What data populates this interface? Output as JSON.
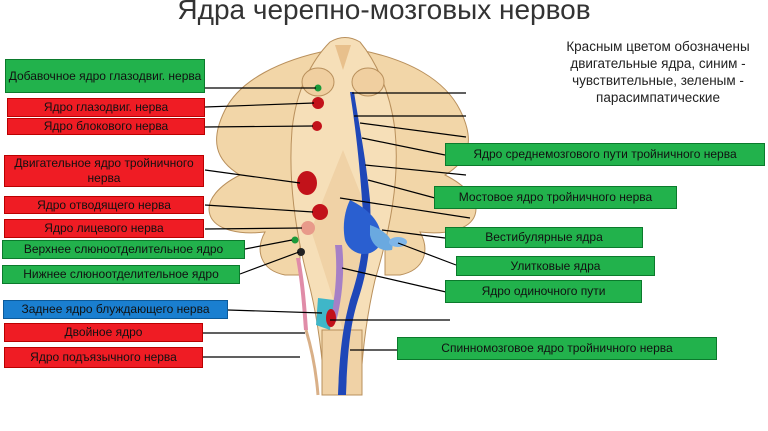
{
  "title": "Ядра черепно-мозговых нервов",
  "note": "Красным цветом обозначены двигательные ядра, синим - чувствительные, зеленым - парасимпатические",
  "colors": {
    "motor": "#ef1c24",
    "sensory": "#1a7fd0",
    "parasympathetic": "#22b24c"
  },
  "left_labels": [
    {
      "text": "Добавочное ядро глазодвиг. нерва",
      "kind": "parasympathetic"
    },
    {
      "text": "Ядро глазодвиг. нерва",
      "kind": "motor"
    },
    {
      "text": "Ядро блокового нерва",
      "kind": "motor"
    },
    {
      "text": "Двигательное ядро тройничного нерва",
      "kind": "motor"
    },
    {
      "text": "Ядро отводящего нерва",
      "kind": "motor"
    },
    {
      "text": "Ядро лицевого нерва",
      "kind": "motor"
    },
    {
      "text": "Верхнее слюноотделительное ядро",
      "kind": "parasympathetic"
    },
    {
      "text": "Нижнее слюноотделительное ядро",
      "kind": "parasympathetic"
    },
    {
      "text": "Заднее ядро блуждающего нерва",
      "kind": "sensory"
    },
    {
      "text": "Двойное ядро",
      "kind": "motor"
    },
    {
      "text": "Ядро подъязычного нерва",
      "kind": "motor"
    }
  ],
  "right_labels": [
    {
      "text": "Ядро среднемозгового пути тройничного нерва",
      "kind": "parasympathetic"
    },
    {
      "text": "Мостовое ядро тройничного нерва",
      "kind": "parasympathetic"
    },
    {
      "text": "Вестибулярные ядра",
      "kind": "parasympathetic"
    },
    {
      "text": "Улитковые ядра",
      "kind": "parasympathetic"
    },
    {
      "text": "Ядро одиночного пути",
      "kind": "parasympathetic"
    },
    {
      "text": "Спинномозговое ядро тройничного нерва",
      "kind": "parasympathetic"
    }
  ]
}
